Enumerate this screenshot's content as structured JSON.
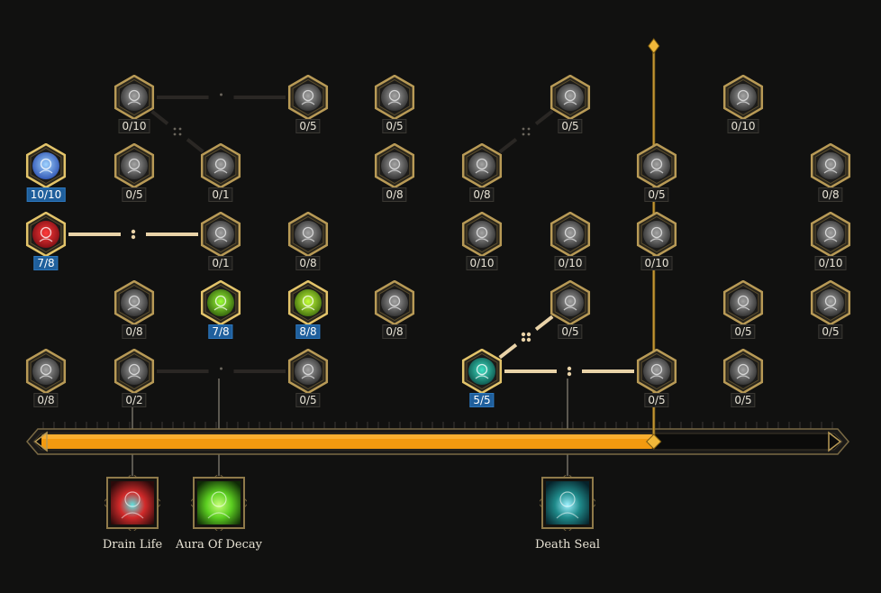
{
  "colors": {
    "background": "#111110",
    "gold": "#c9a24a",
    "progress_fill": "#f39a0f",
    "rank_maxed": "#1f5f9c",
    "connector": "#e9d3a8"
  },
  "tree": {
    "progress_fraction": 0.77,
    "passives": [
      {
        "id": "p1",
        "icon": "knot-icon",
        "rank": "0/10",
        "maxed": false,
        "active": false
      },
      {
        "id": "p2",
        "icon": "crossed-bones-icon",
        "rank": "0/5",
        "maxed": false,
        "active": false
      },
      {
        "id": "p3",
        "icon": "web-icon",
        "rank": "0/5",
        "maxed": false,
        "active": false
      },
      {
        "id": "p4",
        "icon": "flaming-skull-icon",
        "rank": "0/5",
        "maxed": false,
        "active": false
      },
      {
        "id": "p5",
        "icon": "sunburst-icon",
        "rank": "0/10",
        "maxed": false,
        "active": false
      },
      {
        "id": "p6",
        "icon": "blue-tome-icon",
        "rank": "10/10",
        "maxed": true,
        "active": true
      },
      {
        "id": "p7",
        "icon": "rune-icon",
        "rank": "0/5",
        "maxed": false,
        "active": false
      },
      {
        "id": "p8",
        "icon": "hooded-figure-icon",
        "rank": "0/1",
        "maxed": false,
        "active": false
      },
      {
        "id": "p9",
        "icon": "stone-pillar-icon",
        "rank": "0/8",
        "maxed": false,
        "active": false
      },
      {
        "id": "p10",
        "icon": "tentacle-skull-icon",
        "rank": "0/8",
        "maxed": false,
        "active": false
      },
      {
        "id": "p11",
        "icon": "dagger-icon",
        "rank": "0/5",
        "maxed": false,
        "active": false
      },
      {
        "id": "p12",
        "icon": "reaper-icon",
        "rank": "0/8",
        "maxed": false,
        "active": false
      },
      {
        "id": "p13",
        "icon": "blood-claw-icon",
        "rank": "7/8",
        "maxed": true,
        "active": true
      },
      {
        "id": "p14",
        "icon": "dark-orb-icon",
        "rank": "0/1",
        "maxed": false,
        "active": false
      },
      {
        "id": "p15",
        "icon": "ribcage-icon",
        "rank": "0/8",
        "maxed": false,
        "active": false
      },
      {
        "id": "p16",
        "icon": "shadow-stone-icon",
        "rank": "0/10",
        "maxed": false,
        "active": false
      },
      {
        "id": "p17",
        "icon": "spine-icon",
        "rank": "0/10",
        "maxed": false,
        "active": false
      },
      {
        "id": "p18",
        "icon": "swirl-orb-icon",
        "rank": "0/10",
        "maxed": false,
        "active": false
      },
      {
        "id": "p19",
        "icon": "star-emblem-icon",
        "rank": "0/10",
        "maxed": false,
        "active": false
      },
      {
        "id": "p20",
        "icon": "hood-icon",
        "rank": "0/8",
        "maxed": false,
        "active": false
      },
      {
        "id": "p21",
        "icon": "green-skull-cluster-icon",
        "rank": "7/8",
        "maxed": true,
        "active": true
      },
      {
        "id": "p22",
        "icon": "green-skull-icon",
        "rank": "8/8",
        "maxed": true,
        "active": true
      },
      {
        "id": "p23",
        "icon": "grasping-hand-icon",
        "rank": "0/8",
        "maxed": false,
        "active": false
      },
      {
        "id": "p24",
        "icon": "spiked-orb-icon",
        "rank": "0/5",
        "maxed": false,
        "active": false
      },
      {
        "id": "p25",
        "icon": "cloaked-figure-icon",
        "rank": "0/5",
        "maxed": false,
        "active": false
      },
      {
        "id": "p26",
        "icon": "claw-icon",
        "rank": "0/5",
        "maxed": false,
        "active": false
      },
      {
        "id": "p27",
        "icon": "wraith-icon",
        "rank": "0/8",
        "maxed": false,
        "active": false
      },
      {
        "id": "p28",
        "icon": "skeleton-mage-icon",
        "rank": "0/2",
        "maxed": false,
        "active": false
      },
      {
        "id": "p29",
        "icon": "scythe-icon",
        "rank": "0/5",
        "maxed": false,
        "active": false
      },
      {
        "id": "p30",
        "icon": "teal-slash-icon",
        "rank": "5/5",
        "maxed": true,
        "active": true
      },
      {
        "id": "p31",
        "icon": "spear-thrust-icon",
        "rank": "0/5",
        "maxed": false,
        "active": false
      },
      {
        "id": "p32",
        "icon": "skull-icon",
        "rank": "0/5",
        "maxed": false,
        "active": false
      }
    ],
    "skills": [
      {
        "id": "s1",
        "icon": "drain-life-icon",
        "label": "Drain Life"
      },
      {
        "id": "s2",
        "icon": "aura-of-decay-icon",
        "label": "Aura Of Decay"
      },
      {
        "id": "s3",
        "icon": "death-seal-icon",
        "label": "Death Seal"
      }
    ]
  }
}
